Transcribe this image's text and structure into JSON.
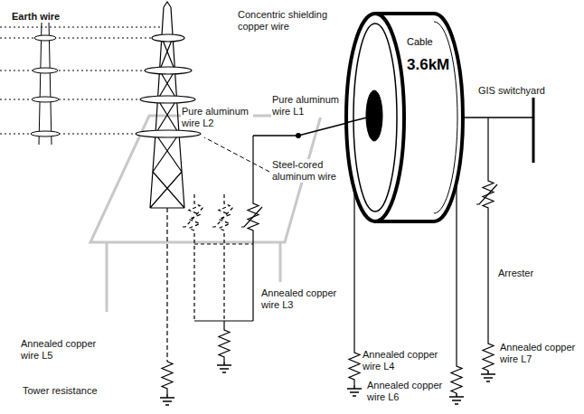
{
  "diagram": {
    "nodes": [
      {
        "text": [
          "Cable",
          "3.6kM"
        ]
      }
    ],
    "labels": [
      "Earth wire",
      "Concentric shielding copper wire",
      "GIS switchyard",
      "Pure aluminum wire L1",
      "Pure aluminum wire L2",
      "Steel-cored aluminum wire",
      "Arrester",
      "Annealed copper wire L5",
      "Annealed copper wire L3",
      "Annealed copper wire L4",
      "Annealed copper wire L6",
      "Annealed copper wire L7",
      "Tower resistance"
    ]
  }
}
